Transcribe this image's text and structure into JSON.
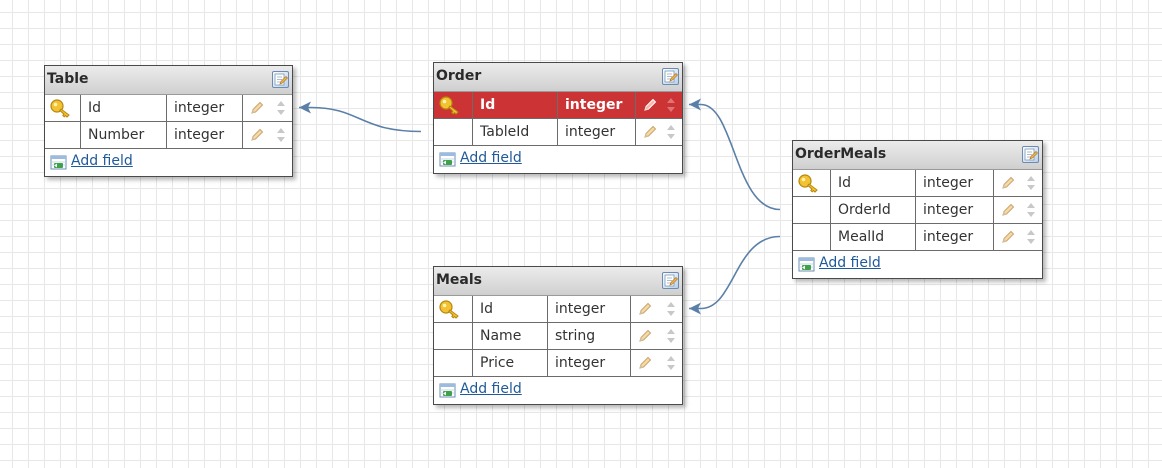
{
  "canvas": {
    "background": "#ffffff",
    "grid_color": "#e7e7e7"
  },
  "colors": {
    "link": "#5a80a8",
    "primary_key_highlight": "#cc3335"
  },
  "add_field_label": "Add field",
  "entities": [
    {
      "id": "table",
      "name": "Table",
      "fields": [
        {
          "name": "Id",
          "type": "integer",
          "primary_key": true
        },
        {
          "name": "Number",
          "type": "integer"
        }
      ]
    },
    {
      "id": "order",
      "name": "Order",
      "fields": [
        {
          "name": "Id",
          "type": "integer",
          "primary_key": true,
          "selected": true
        },
        {
          "name": "TableId",
          "type": "integer"
        }
      ]
    },
    {
      "id": "ordermeals",
      "name": "OrderMeals",
      "fields": [
        {
          "name": "Id",
          "type": "integer",
          "primary_key": true
        },
        {
          "name": "OrderId",
          "type": "integer"
        },
        {
          "name": "MealId",
          "type": "integer"
        }
      ]
    },
    {
      "id": "meals",
      "name": "Meals",
      "fields": [
        {
          "name": "Id",
          "type": "integer",
          "primary_key": true
        },
        {
          "name": "Name",
          "type": "string"
        },
        {
          "name": "Price",
          "type": "integer"
        }
      ]
    }
  ],
  "relations": [
    {
      "from": "order.TableId",
      "to": "table.Id"
    },
    {
      "from": "ordermeals.OrderId",
      "to": "order.Id"
    },
    {
      "from": "ordermeals.MealId",
      "to": "meals.Id"
    }
  ]
}
